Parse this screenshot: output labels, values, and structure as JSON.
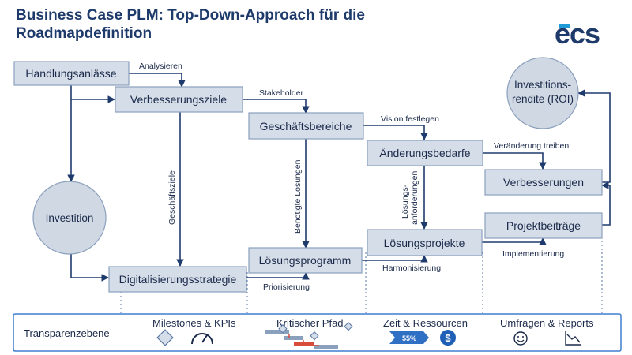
{
  "title": "Business Case PLM: Top-Down-Approach für die Roadmapdefinition",
  "logo_text": "ecs",
  "colors": {
    "box_fill": "#d5dde8",
    "arrow": "#1f3b6e",
    "band_border": "#3f7fd0",
    "accent": "#1f9bd7"
  },
  "boxes": {
    "handlungsanlaesse": "Handlungsanlässe",
    "verbesserungsziele": "Verbesserungsziele",
    "geschaeftsbereiche": "Geschäftsbereiche",
    "aenderungsbedarfe": "Änderungsbedarfe",
    "verbesserungen": "Verbesserungen",
    "projektbeitraege": "Projektbeiträge",
    "loesungsprojekte": "Lösungsprojekte",
    "loesungsprogramm": "Lösungsprogramm",
    "digitalisierungsstrategie": "Digitalisierungsstrategie"
  },
  "circles": {
    "investition": "Investition",
    "roi_line1": "Investitions-",
    "roi_line2": "rendite (ROI)"
  },
  "edge_labels": {
    "analysieren": "Analysieren",
    "stakeholder": "Stakeholder",
    "vision_festlegen": "Vision festlegen",
    "veraenderung_treiben": "Veränderung treiben",
    "geschaeftsziele": "Geschäftsziele",
    "benoetigte_loesungen": "Benötigte Lösungen",
    "loesungsanforderungen_1": "Lösungs-",
    "loesungsanforderungen_2": "anforderungen",
    "implementierung": "Implementierung",
    "harmonisierung": "Harmonisierung",
    "priorisierung": "Priorisierung"
  },
  "transparency": {
    "label": "Transparenzebene",
    "items": [
      {
        "label": "Milestones & KPIs",
        "icons": [
          "diamond-icon",
          "gauge-icon"
        ]
      },
      {
        "label": "Kritischer Pfad",
        "icons": [
          "gantt-icon"
        ]
      },
      {
        "label": "Zeit & Ressourcen",
        "icons": [
          "progress-arrow-icon",
          "dollar-icon"
        ],
        "progress_label": "55%"
      },
      {
        "label": "Umfragen & Reports",
        "icons": [
          "smiley-icon",
          "trend-chart-icon"
        ]
      }
    ]
  }
}
